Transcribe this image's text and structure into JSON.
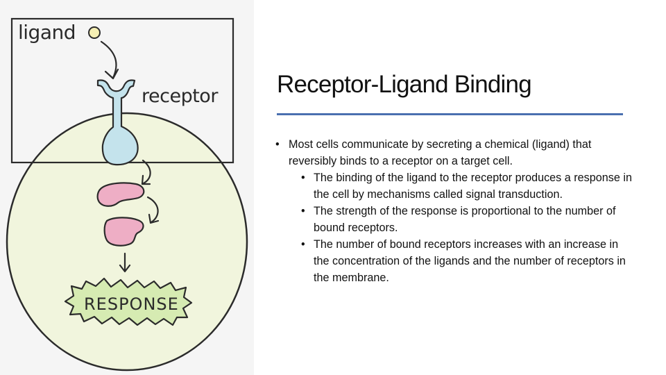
{
  "diagram": {
    "ligand_label": "ligand",
    "receptor_label": "receptor",
    "response_label": "RESPONSE"
  },
  "slide": {
    "title": "Receptor-Ligand Binding",
    "bullets": [
      {
        "level": 1,
        "text": "Most cells communicate by secreting a chemical (ligand) that reversibly binds to a receptor on a target cell."
      },
      {
        "level": 2,
        "text": "The binding of the ligand to the receptor produces a response in the cell by mechanisms called signal transduction."
      },
      {
        "level": 2,
        "text": "The strength of the response is proportional to the number of bound receptors."
      },
      {
        "level": 2,
        "text": "The number of bound receptors increases with an increase in the concentration of the ligands and the number of receptors in the membrane."
      }
    ]
  },
  "colors": {
    "cell_fill": "#f1f5dd",
    "receptor_fill": "#c4e3ec",
    "enzyme_fill": "#eeaec5",
    "response_fill": "#d6ebb2",
    "ligand_fill": "#f6f0b4",
    "title_rule": "#4a6fb0"
  }
}
